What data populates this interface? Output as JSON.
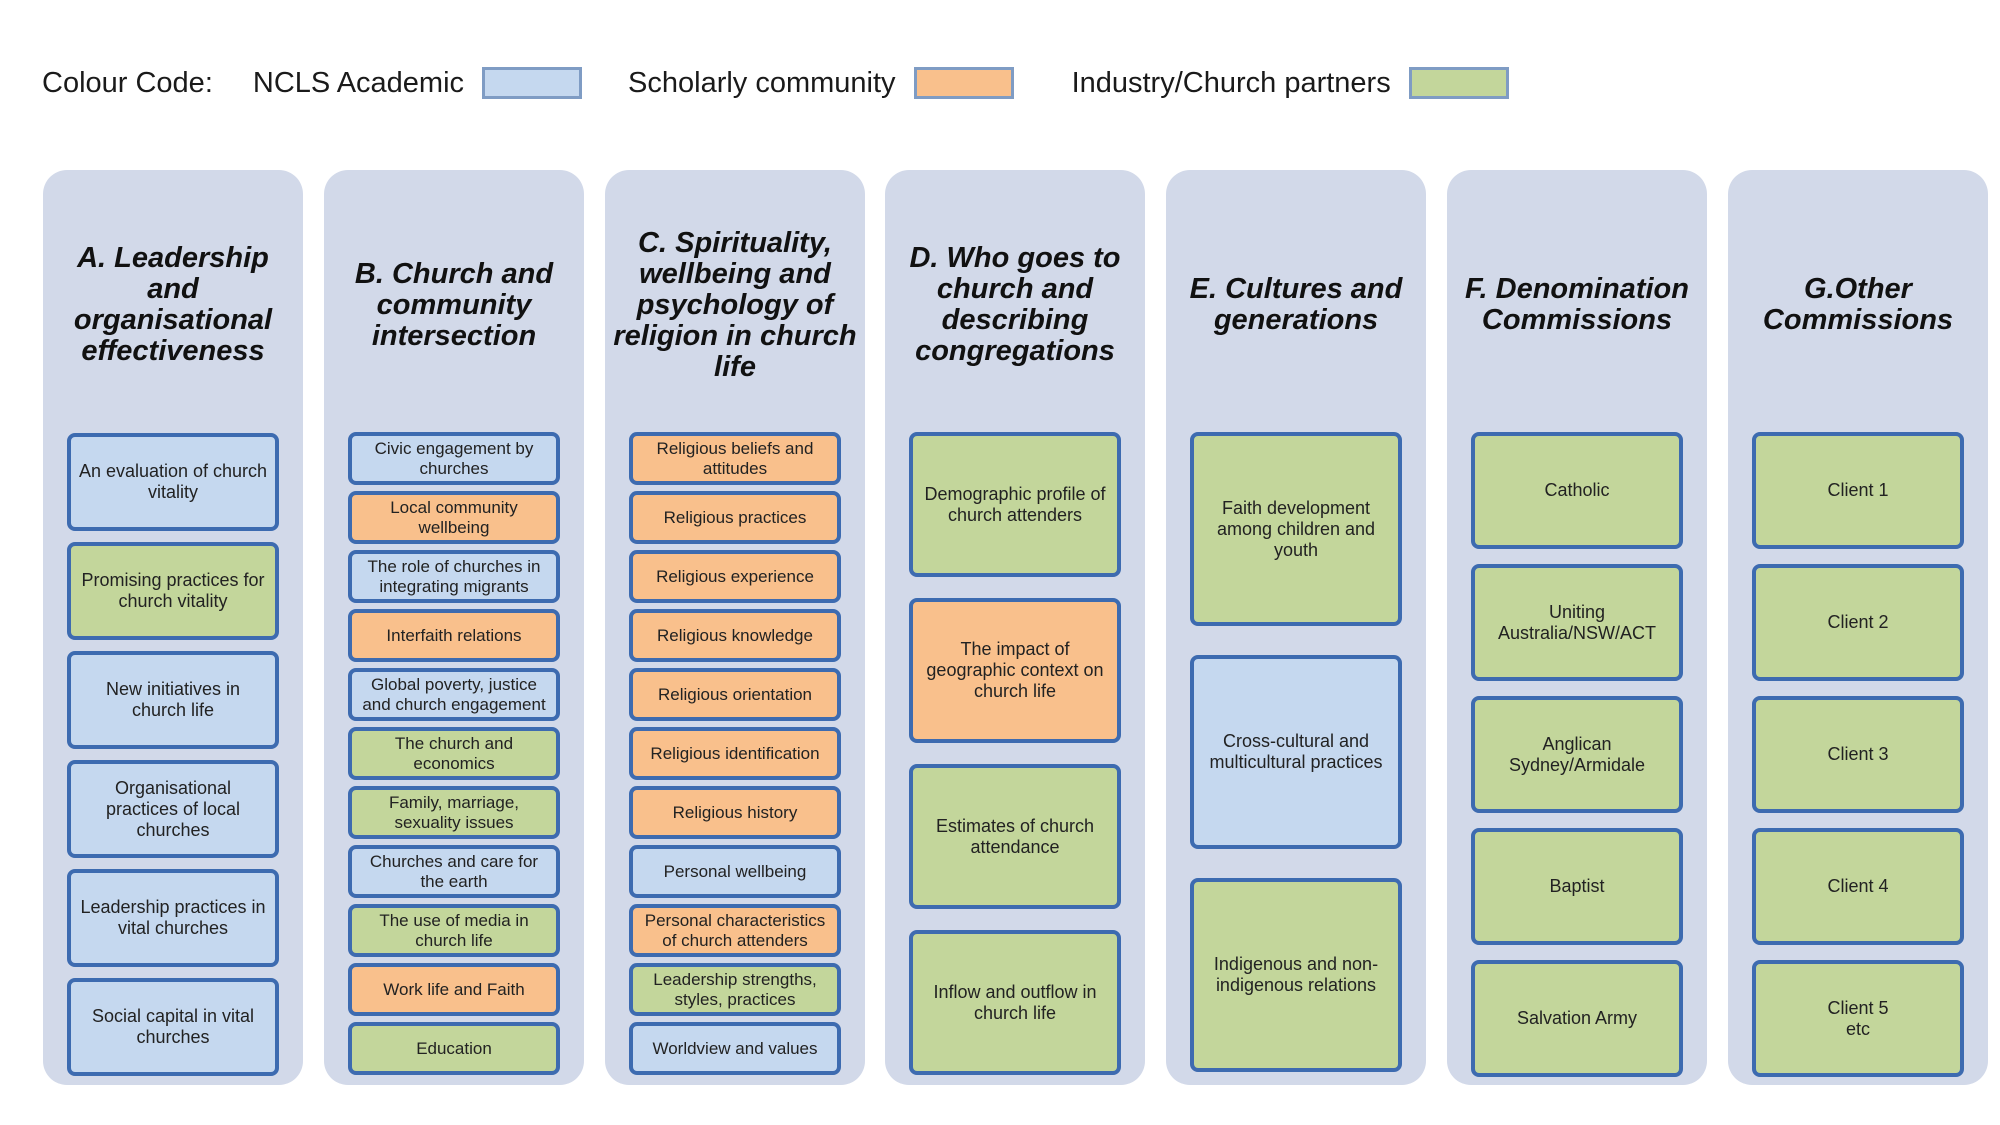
{
  "colors": {
    "academic": "#c5d8ef",
    "scholarly": "#f9c08c",
    "industry": "#c3d69b"
  },
  "legend": {
    "title": "Colour Code:",
    "items": [
      {
        "label": "NCLS Academic",
        "type": "academic"
      },
      {
        "label": "Scholarly community",
        "type": "scholarly"
      },
      {
        "label": "Industry/Church partners",
        "type": "industry"
      }
    ]
  },
  "columns": [
    {
      "title": "A. Leadership and organisational effectiveness",
      "boxes": [
        {
          "label": "An evaluation of church vitality",
          "type": "academic"
        },
        {
          "label": "Promising practices for church vitality",
          "type": "industry"
        },
        {
          "label": "New initiatives in church life",
          "type": "academic"
        },
        {
          "label": "Organisational practices of local churches",
          "type": "academic"
        },
        {
          "label": "Leadership practices in vital churches",
          "type": "academic"
        },
        {
          "label": "Social capital in vital churches",
          "type": "academic"
        }
      ]
    },
    {
      "title": "B. Church and community intersection",
      "boxes": [
        {
          "label": "Civic engagement by churches",
          "type": "academic"
        },
        {
          "label": "Local community wellbeing",
          "type": "scholarly"
        },
        {
          "label": "The role of churches in integrating migrants",
          "type": "academic"
        },
        {
          "label": "Interfaith relations",
          "type": "scholarly"
        },
        {
          "label": "Global poverty, justice and church engagement",
          "type": "academic"
        },
        {
          "label": "The church and economics",
          "type": "industry"
        },
        {
          "label": "Family, marriage, sexuality issues",
          "type": "industry"
        },
        {
          "label": "Churches and care for the earth",
          "type": "academic"
        },
        {
          "label": "The use of media in church life",
          "type": "industry"
        },
        {
          "label": "Work life and Faith",
          "type": "scholarly"
        },
        {
          "label": "Education",
          "type": "industry"
        }
      ]
    },
    {
      "title": "C. Spirituality, wellbeing and psychology of religion in church life",
      "boxes": [
        {
          "label": "Religious beliefs and attitudes",
          "type": "scholarly"
        },
        {
          "label": "Religious practices",
          "type": "scholarly"
        },
        {
          "label": "Religious experience",
          "type": "scholarly"
        },
        {
          "label": "Religious knowledge",
          "type": "scholarly"
        },
        {
          "label": "Religious orientation",
          "type": "scholarly"
        },
        {
          "label": "Religious identification",
          "type": "scholarly"
        },
        {
          "label": "Religious history",
          "type": "scholarly"
        },
        {
          "label": "Personal wellbeing",
          "type": "academic"
        },
        {
          "label": "Personal characteristics of church attenders",
          "type": "scholarly"
        },
        {
          "label": "Leadership strengths, styles, practices",
          "type": "industry"
        },
        {
          "label": "Worldview and values",
          "type": "academic"
        }
      ]
    },
    {
      "title": "D. Who goes to church and describing congregations",
      "boxes": [
        {
          "label": "Demographic profile of church attenders",
          "type": "industry"
        },
        {
          "label": "The impact of geographic context on church life",
          "type": "scholarly"
        },
        {
          "label": "Estimates of church attendance",
          "type": "industry"
        },
        {
          "label": "Inflow and outflow in church life",
          "type": "industry"
        }
      ]
    },
    {
      "title": "E. Cultures and generations",
      "boxes": [
        {
          "label": "Faith development among children and youth",
          "type": "industry"
        },
        {
          "label": "Cross-cultural and multicultural practices",
          "type": "academic"
        },
        {
          "label": "Indigenous and non-indigenous relations",
          "type": "industry"
        }
      ]
    },
    {
      "title": "F. Denomination Commissions",
      "boxes": [
        {
          "label": "Catholic",
          "type": "industry"
        },
        {
          "label": "Uniting Australia/NSW/ACT",
          "type": "industry"
        },
        {
          "label": "Anglican Sydney/Armidale",
          "type": "industry"
        },
        {
          "label": "Baptist",
          "type": "industry"
        },
        {
          "label": "Salvation Army",
          "type": "industry"
        }
      ]
    },
    {
      "title": "G.Other Commissions",
      "boxes": [
        {
          "label": "Client 1",
          "type": "industry"
        },
        {
          "label": "Client 2",
          "type": "industry"
        },
        {
          "label": "Client 3",
          "type": "industry"
        },
        {
          "label": "Client 4",
          "type": "industry"
        },
        {
          "label": "Client 5\netc",
          "type": "industry"
        }
      ]
    }
  ]
}
